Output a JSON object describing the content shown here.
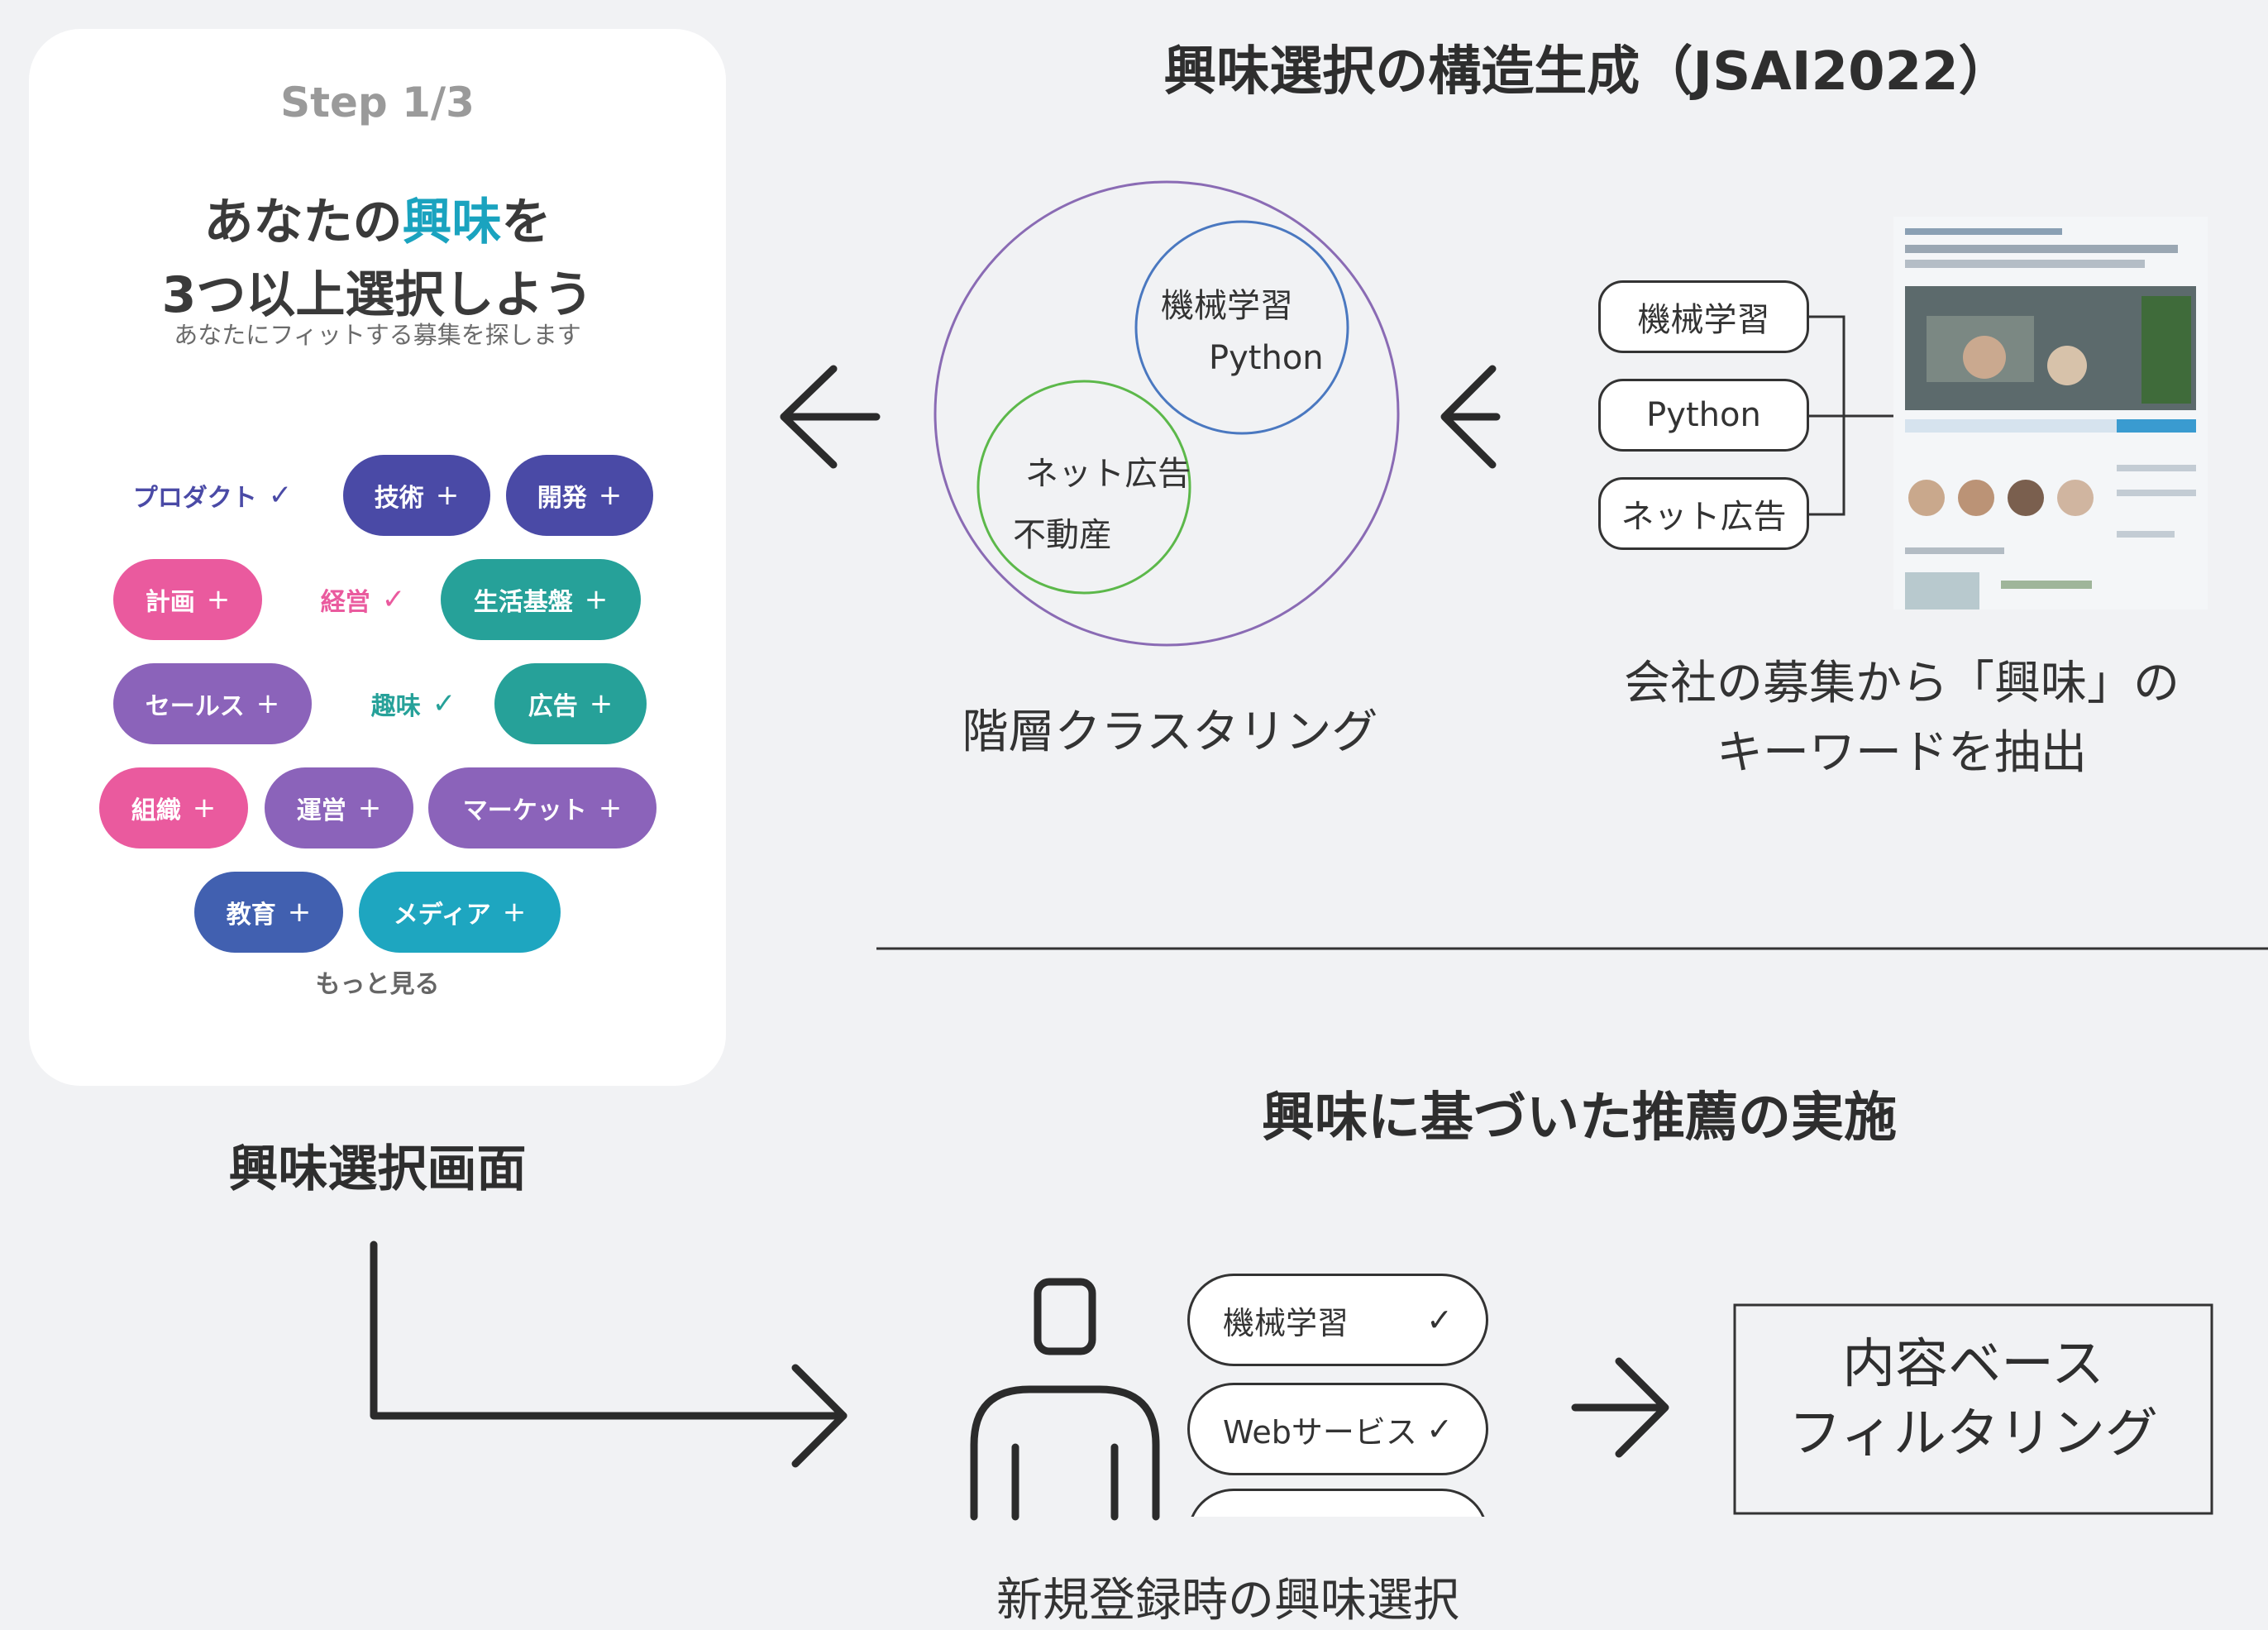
{
  "card": {
    "step": "Step 1/3",
    "headline_pre": "あなたの",
    "headline_accent": "興味",
    "headline_post": "を",
    "headline_line2": "3つ以上選択しよう",
    "subtitle": "あなたにフィットする募集を探します",
    "chips": [
      {
        "label": "プロダクト",
        "mark": "✓",
        "selected": true,
        "color": "#4a4aa6"
      },
      {
        "label": "技術",
        "mark": "+",
        "selected": false,
        "color": "#4a4aa6"
      },
      {
        "label": "開発",
        "mark": "+",
        "selected": false,
        "color": "#4a4aa6"
      },
      {
        "label": "計画",
        "mark": "+",
        "selected": false,
        "color": "#ea5a9e"
      },
      {
        "label": "経営",
        "mark": "✓",
        "selected": true,
        "color": "#ea5a9e"
      },
      {
        "label": "生活基盤",
        "mark": "+",
        "selected": false,
        "color": "#26a199"
      },
      {
        "label": "セールス",
        "mark": "+",
        "selected": false,
        "color": "#8b63ba"
      },
      {
        "label": "趣味",
        "mark": "✓",
        "selected": true,
        "color": "#26a199"
      },
      {
        "label": "広告",
        "mark": "+",
        "selected": false,
        "color": "#26a199"
      },
      {
        "label": "組織",
        "mark": "+",
        "selected": false,
        "color": "#ea5a9e"
      },
      {
        "label": "運営",
        "mark": "+",
        "selected": false,
        "color": "#8b63ba"
      },
      {
        "label": "マーケット",
        "mark": "+",
        "selected": false,
        "color": "#8b63ba"
      },
      {
        "label": "教育",
        "mark": "+",
        "selected": false,
        "color": "#4160b0"
      },
      {
        "label": "メディア",
        "mark": "+",
        "selected": false,
        "color": "#1ea6c0"
      }
    ],
    "more": "もっと見る"
  },
  "card_caption": "興味選択画面",
  "section1": {
    "title": "興味選択の構造生成（JSAI2022）",
    "cluster_caption": "階層クラスタリング",
    "circle_a": [
      "機械学習",
      "Python"
    ],
    "circle_b": [
      "ネット広告",
      "不動産"
    ],
    "keywords": [
      "機械学習",
      "Python",
      "ネット広告"
    ],
    "extract_caption_1": "会社の募集から「興味」の",
    "extract_caption_2": "キーワードを抽出"
  },
  "section2": {
    "title": "興味に基づいた推薦の実施",
    "selected_interests": [
      {
        "label": "機械学習",
        "mark": "✓"
      },
      {
        "label": "Webサービス",
        "mark": "✓"
      }
    ],
    "user_caption": "新規登録時の興味選択",
    "result_line1": "内容ベース",
    "result_line2": "フィルタリング"
  },
  "colors": {
    "accent": "#1aa3bf",
    "background": "#f1f2f4",
    "line": "#2b2b2b"
  }
}
